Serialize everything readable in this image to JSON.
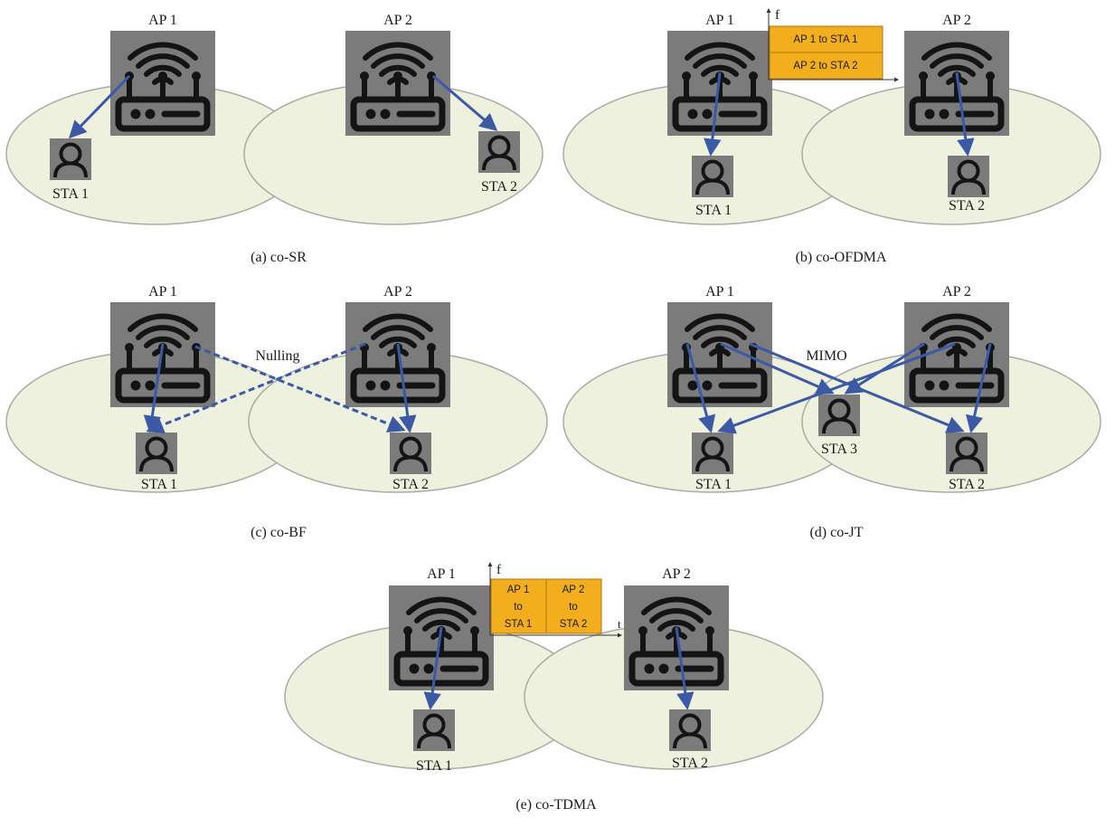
{
  "colors": {
    "cell_fill": "#eef1de",
    "cell_stroke": "#a9aca4",
    "device_bg": "#7b7b7b",
    "device_ink": "#141414",
    "arrow": "#3c59a6",
    "box_fill": "#f2ae1c",
    "box_stroke": "#b07710"
  },
  "icons": {
    "access_point": "wifi-router-icon",
    "station": "user-icon"
  },
  "panels": [
    {
      "id": "a",
      "caption": "(a)  co-SR",
      "ap1_label": "AP 1",
      "ap2_label": "AP 2",
      "sta1_label": "STA 1",
      "sta2_label": "STA 2"
    },
    {
      "id": "b",
      "caption": "(b)  co-OFDMA",
      "ap1_label": "AP 1",
      "ap2_label": "AP 2",
      "sta1_label": "STA 1",
      "sta2_label": "STA 2",
      "axis_f": "f",
      "resource_blocks": [
        "AP 1 to STA 1",
        "AP 2 to STA 2"
      ]
    },
    {
      "id": "c",
      "caption": "(c)  co-BF",
      "ap1_label": "AP 1",
      "ap2_label": "AP 2",
      "sta1_label": "STA 1",
      "sta2_label": "STA 2",
      "annotation": "Nulling"
    },
    {
      "id": "d",
      "caption": "(d)  co-JT",
      "ap1_label": "AP 1",
      "ap2_label": "AP 2",
      "sta1_label": "STA 1",
      "sta2_label": "STA 2",
      "sta3_label": "STA 3",
      "annotation": "MIMO"
    },
    {
      "id": "e",
      "caption": "(e)  co-TDMA",
      "ap1_label": "AP 1",
      "ap2_label": "AP 2",
      "sta1_label": "STA 1",
      "sta2_label": "STA 2",
      "axis_f": "f",
      "axis_t": "t",
      "resource_blocks": [
        [
          "AP 1",
          "to",
          "STA 1"
        ],
        [
          "AP 2",
          "to",
          "STA 2"
        ]
      ]
    }
  ]
}
